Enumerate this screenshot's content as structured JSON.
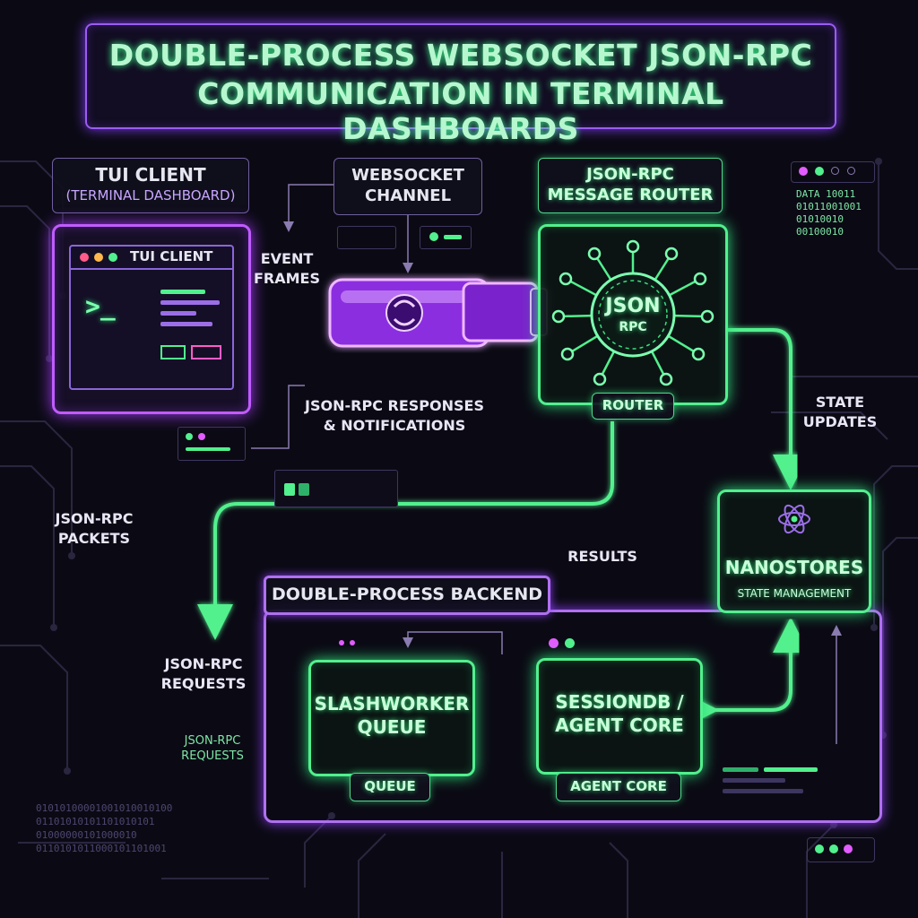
{
  "title": {
    "line1": "DOUBLE-PROCESS WEBSOCKET JSON-RPC",
    "line2": "COMMUNICATION IN TERMINAL DASHBOARDS"
  },
  "tui_label": {
    "title": "TUI CLIENT",
    "subtitle": "(TERMINAL DASHBOARD)"
  },
  "tui_window": {
    "title": "TUI CLIENT",
    "prompt": ">_"
  },
  "websocket_label": {
    "line1": "WEBSOCKET",
    "line2": "CHANNEL"
  },
  "router_label": {
    "line1": "JSON-RPC",
    "line2": "MESSAGE ROUTER"
  },
  "router_box": {
    "core_line1": "JSON",
    "core_line2": "RPC",
    "tag": "ROUTER"
  },
  "binary_top_right": [
    "DATA 10011",
    "01011001001",
    "01010010",
    "00100010"
  ],
  "binary_bottom_left": [
    "01010100001001010010100",
    "01101010101101010101",
    "01000000101000010",
    "0110101011000101101001"
  ],
  "flows": {
    "event_frames": {
      "line1": "EVENT",
      "line2": "FRAMES"
    },
    "responses": {
      "line1": "JSON-RPC RESPONSES",
      "line2": "& NOTIFICATIONS"
    },
    "state_updates": {
      "line1": "STATE",
      "line2": "UPDATES"
    },
    "packets": {
      "line1": "JSON-RPC",
      "line2": "PACKETS"
    },
    "results": "RESULTS",
    "requests_a": {
      "line1": "JSON-RPC",
      "line2": "REQUESTS"
    },
    "requests_b": {
      "line1": "JSON-RPC",
      "line2": "REQUESTS"
    }
  },
  "backend": {
    "label": "DOUBLE-PROCESS BACKEND"
  },
  "slashworker": {
    "line1": "SLASHWORKER",
    "line2": "QUEUE",
    "tag": "QUEUE"
  },
  "sessiondb": {
    "line1": "SESSIONDB /",
    "line2": "AGENT CORE",
    "tag": "AGENT CORE"
  },
  "nanostores": {
    "title": "NANOSTORES",
    "subtitle": "STATE MANAGEMENT",
    "icon": "atom-icon"
  },
  "colors": {
    "purple": "#c05cff",
    "green": "#52f08e",
    "background": "#0b0a14"
  }
}
